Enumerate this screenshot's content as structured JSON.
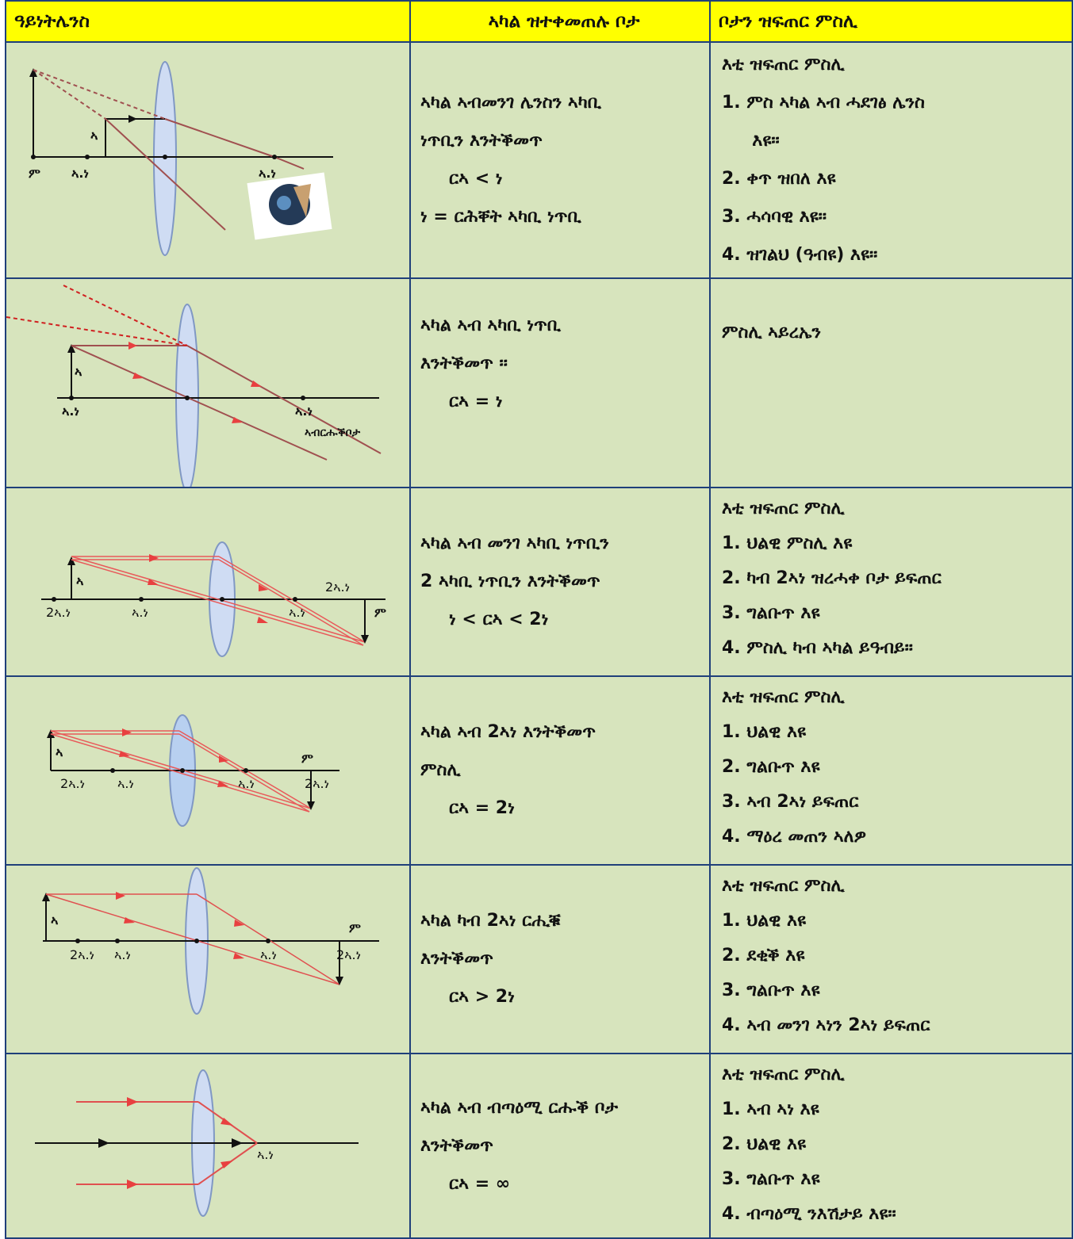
{
  "headers": [
    "ዓይነትሌንስ",
    "ኣካል ዝተቀመጠሉ ቦታ",
    "ቦታን ዝፍጠር ምስሊ"
  ],
  "fig_labels": {
    "object": "ኣ",
    "image": "ም",
    "focal": "ኣ.ነ",
    "double_focal": "2ኣ.ነ",
    "focal_point_label": "ኣብርሑቕቦታ"
  },
  "rows": [
    {
      "position_lines": [
        "ኣካል ኣብመንገ ሌንስን ኣካቢ",
        "ነጥቢን እንትቕመጥ"
      ],
      "equation": "ርኣ < ነ",
      "extra_line": "ነ = ርሕቐት ኣካቢ ነጥቢ",
      "result_title": "እቲ ዝፍጠር ምስሊ",
      "result_items": [
        "1.  ምስ ኣካል ኣብ ሓደገፅ ሌንስ",
        "     እዩ፡፡",
        "2.  ቀጥ ዝበለ እዩ",
        "3.  ሓሳባዊ እዩ፡፡",
        "4.  ዝገልህ (ዓብዩ) እዩ፡፡"
      ]
    },
    {
      "position_lines": [
        "ኣካል ኣብ ኣካቢ ነጥቢ",
        "እንትቕመጥ ፡፡"
      ],
      "equation": "ርኣ = ነ",
      "result_title": "ምስሊ ኣይረኤን",
      "result_items": []
    },
    {
      "position_lines": [
        "ኣካል ኣብ መንገ ኣካቢ ነጥቢን",
        "2 ኣካቢ ነጥቢን እንትቕመጥ"
      ],
      "equation": "ነ < ርኣ < 2ነ",
      "result_title": "እቲ ዝፍጠር ምስሊ",
      "result_items": [
        "1.  ህልዊ ምስሊ እዩ",
        "2.  ካብ 2ኣነ ዝረሓቀ ቦታ ይፍጠር",
        "3.  ግልቡጥ እዩ",
        "4.  ምስሊ ካብ ኣካል ይዓብይ፡፡"
      ]
    },
    {
      "position_lines": [
        "ኣካል ኣብ 2ኣነ እንትቕመጥ",
        "ምስሊ"
      ],
      "equation": "ርኣ = 2ነ",
      "result_title": "እቲ ዝፍጠር ምስሊ",
      "result_items": [
        "1.  ህልዊ እዩ",
        "2.  ግልቡጥ እዩ",
        "3.  ኣብ 2ኣነ ይፍጠር",
        "4.  ማዕረ መጠን ኣለዎ"
      ]
    },
    {
      "position_lines": [
        "ኣካል ካብ 2ኣነ ርሒቑ",
        "እንትቕመጥ"
      ],
      "equation": "ርኣ > 2ነ",
      "result_title": "እቲ ዝፍጠር ምስሊ",
      "result_items": [
        "1.  ህልዊ እዩ",
        "2.  ደቂቕ እዩ",
        "3.  ግልቡጥ እዩ",
        "4.  ኣብ መንገ ኣነን 2ኣነ ይፍጠር"
      ]
    },
    {
      "position_lines": [
        "ኣካል ኣብ ብጣዕሚ ርሑቕ ቦታ",
        "እንትቕመጥ"
      ],
      "equation": "ርኣ = ∞",
      "result_title": "እቲ ዝፍጠር ምስሊ",
      "result_items": [
        "1. ኣብ ኣነ እዩ",
        "2. ህልዊ እዩ",
        "3. ግልቡጥ እዩ",
        "4.  ብጣዕሚ ንእሽታይ እዩ፡፡"
      ]
    }
  ]
}
